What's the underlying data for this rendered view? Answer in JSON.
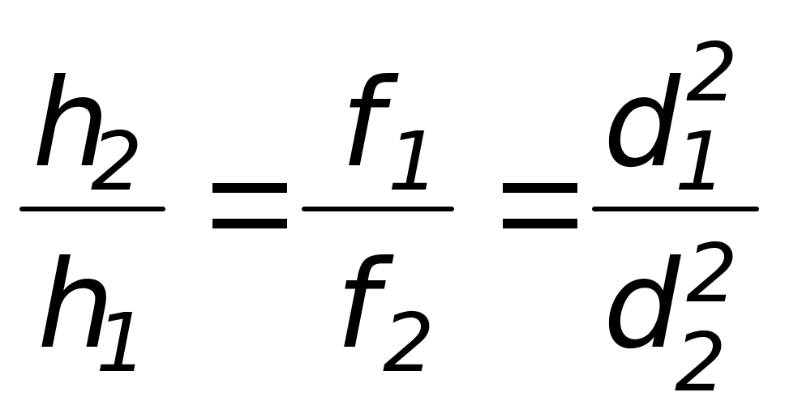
{
  "equation": {
    "frac1": {
      "num_base": "h",
      "num_sub": "2",
      "den_base": "h",
      "den_sub": "1"
    },
    "equals": "=",
    "frac2": {
      "num_base": "f",
      "num_sub": "1",
      "den_base": "f",
      "den_sub": "2"
    },
    "frac3": {
      "num_base": "d",
      "num_sub": "1",
      "num_sup": "2",
      "den_base": "d",
      "den_sub": "2",
      "den_sup": "2"
    }
  }
}
